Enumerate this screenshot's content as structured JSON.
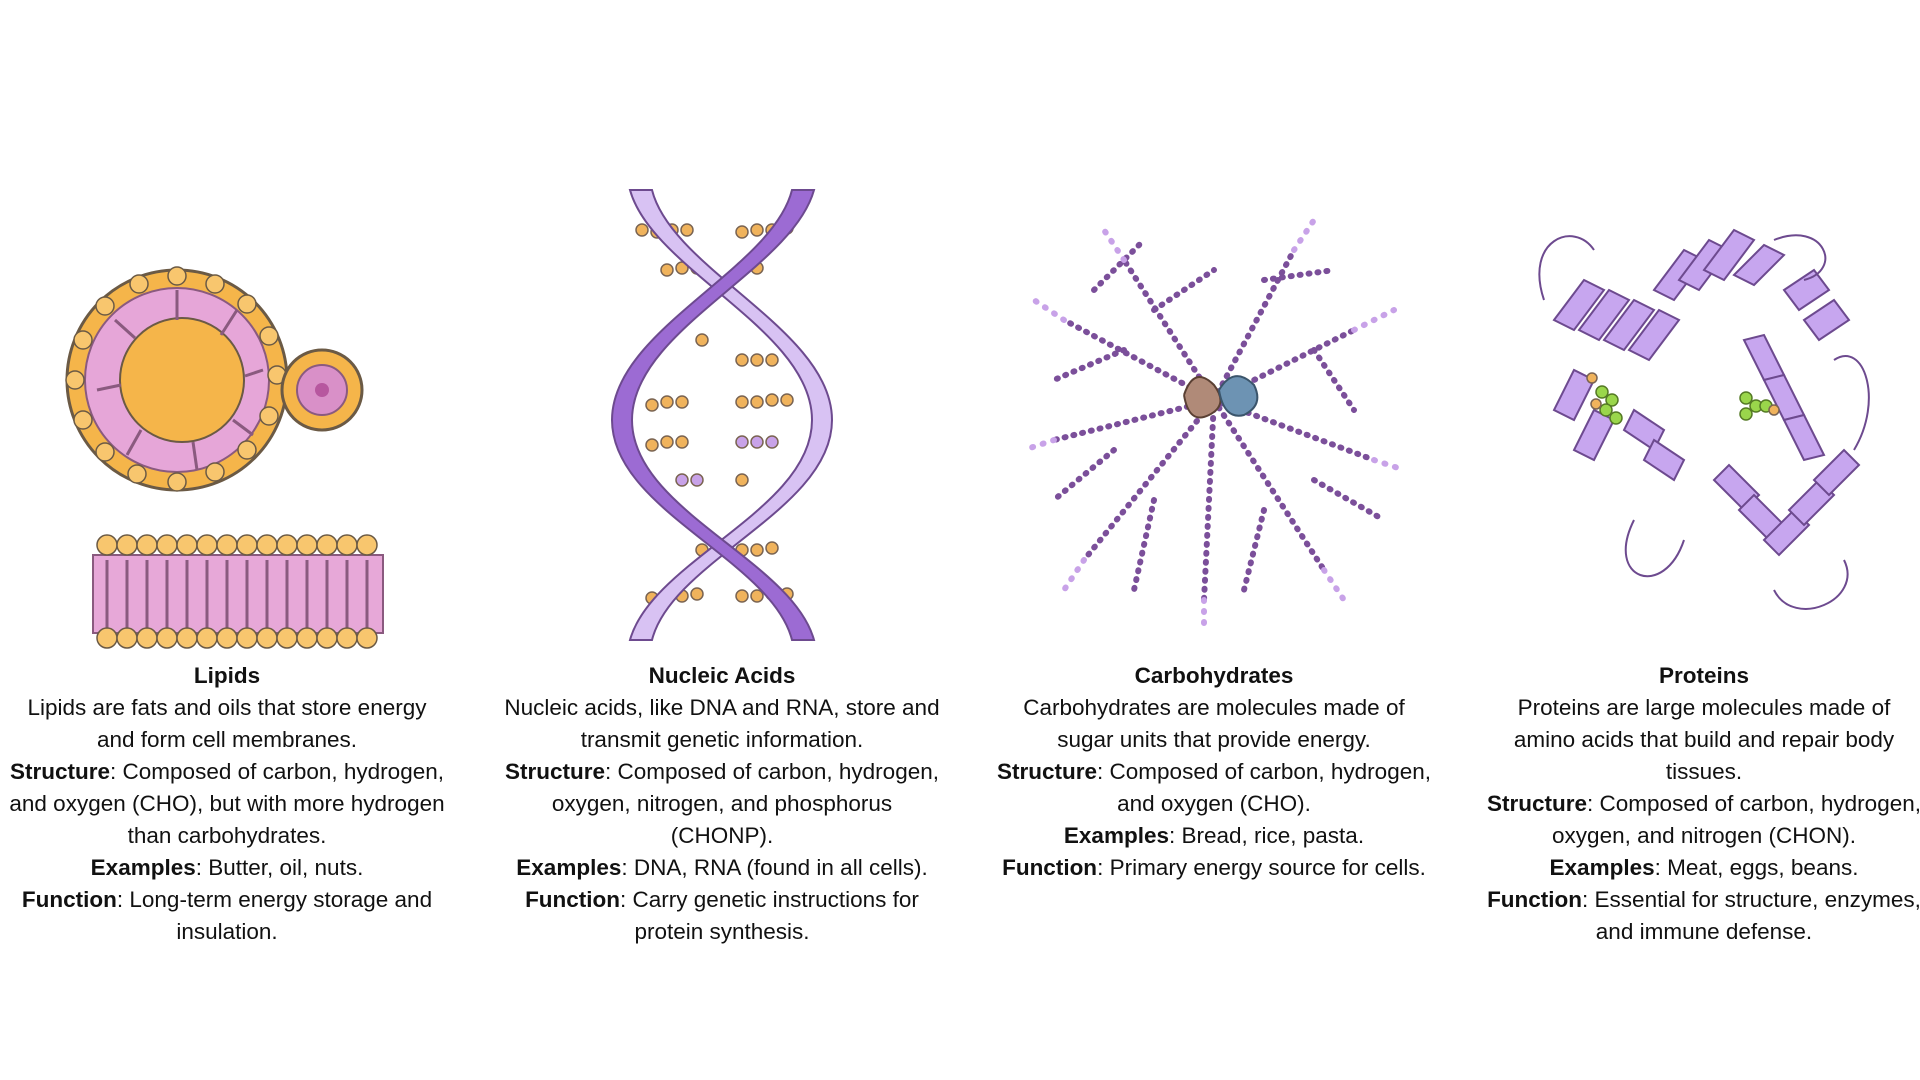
{
  "cards": [
    {
      "title": "Lipids",
      "description": "Lipids are fats and oils that store energy and form cell membranes.",
      "structure_label": "Structure",
      "structure": ": Composed of carbon, hydrogen, and oxygen (CHO), but with more hydrogen than carbohydrates.",
      "examples_label": "Examples",
      "examples": ": Butter, oil, nuts.",
      "function_label": "Function",
      "function": ": Long-term energy storage and insulation.",
      "icon": "lipid-membrane-illustration"
    },
    {
      "title": "Nucleic Acids",
      "description": "Nucleic acids, like DNA and RNA, store and transmit genetic information.",
      "structure_label": "Structure",
      "structure": ": Composed of carbon, hydrogen, oxygen, nitrogen, and phosphorus (CHONP).",
      "examples_label": "Examples",
      "examples": ": DNA, RNA (found in all cells).",
      "function_label": "Function",
      "function": ": Carry genetic instructions for protein synthesis.",
      "icon": "dna-double-helix-illustration"
    },
    {
      "title": "Carbohydrates",
      "description": "Carbohydrates are molecules made of sugar units that provide energy.",
      "structure_label": "Structure",
      "structure": ": Composed of carbon, hydrogen, and oxygen (CHO).",
      "examples_label": "Examples",
      "examples": ": Bread, rice, pasta.",
      "function_label": "Function",
      "function": ": Primary energy source for cells.",
      "icon": "glycogen-branch-illustration"
    },
    {
      "title": "Proteins",
      "description": "Proteins are large molecules made of amino acids that build and repair body tissues.",
      "structure_label": "Structure",
      "structure": ": Composed of carbon, hydrogen, oxygen, and nitrogen (CHON).",
      "examples_label": "Examples",
      "examples": ": Meat, eggs, beans.",
      "function_label": "Function",
      "function": ": Essential for structure, enzymes, and immune defense.",
      "icon": "protein-ribbon-illustration"
    }
  ],
  "colors": {
    "lipid_head": "#f5b54a",
    "lipid_tail": "#cf8fc6",
    "helix_purple": "#9c6bd3",
    "helix_light": "#d8c2f3",
    "base_orange": "#f0b35c",
    "sugar_purple": "#7b4f9a",
    "protein_ribbon": "#c7a6ef",
    "ligand_green": "#9ad64b"
  }
}
